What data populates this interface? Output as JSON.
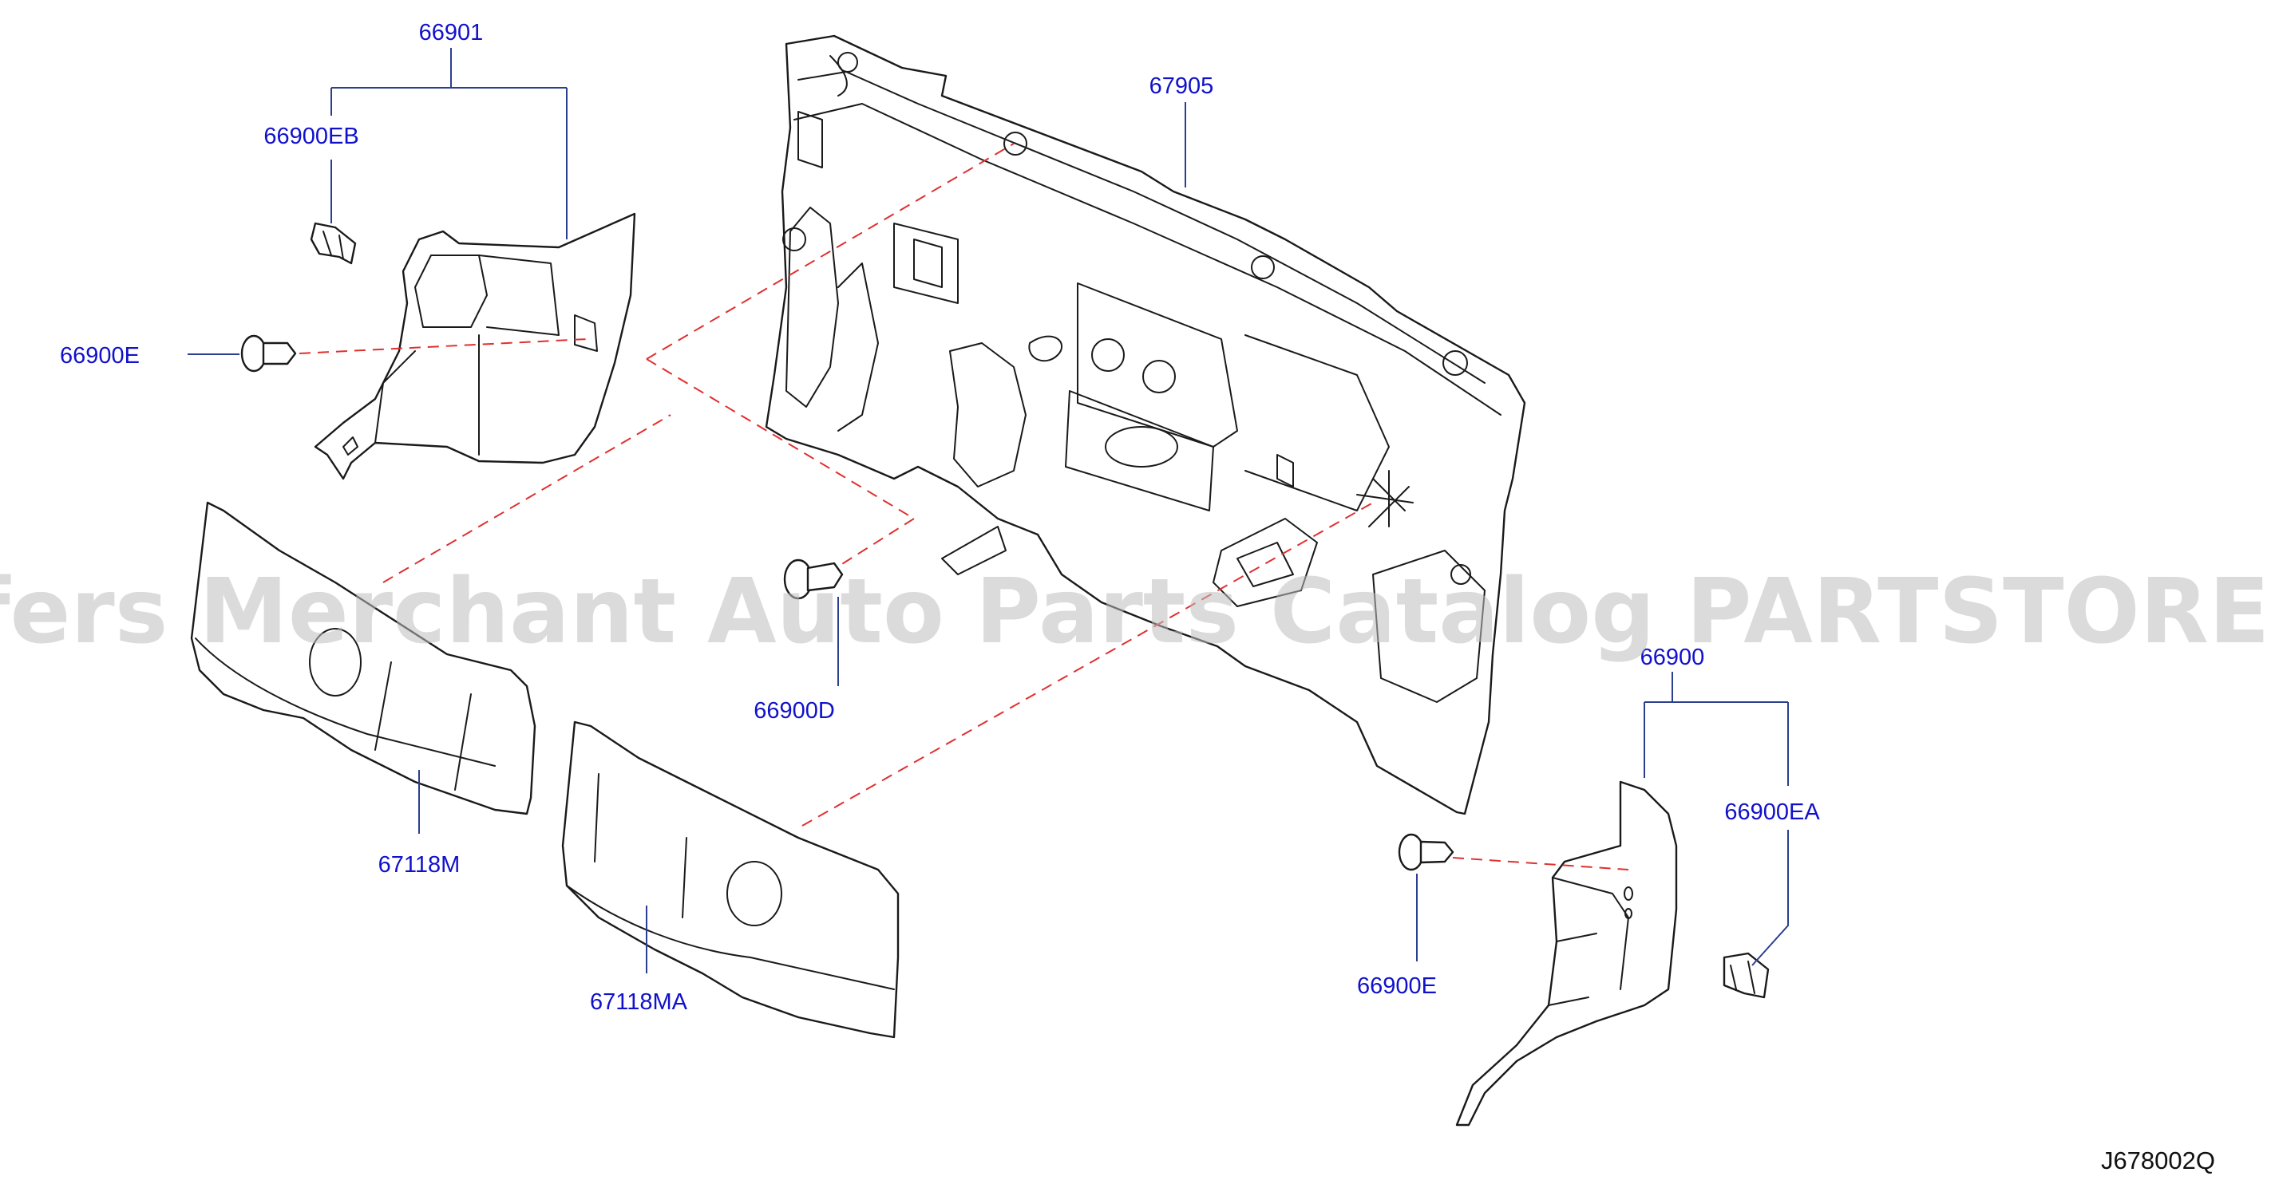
{
  "diagram": {
    "watermark": "Offers Merchant Auto Parts Catalog PARTSTORE.SA",
    "reference_code": "J678002Q",
    "colors": {
      "callout": "#1111cc",
      "leader": "#2b3f8f",
      "dashed_guide": "#e0302f",
      "outline": "#1a1a1a",
      "watermark": "#bdbdbd"
    },
    "callouts": {
      "p66901": "66901",
      "p66900EB": "66900EB",
      "p66900E_left": "66900E",
      "p67905": "67905",
      "p66900D": "66900D",
      "p67118M": "67118M",
      "p67118MA": "67118MA",
      "p66900": "66900",
      "p66900EA": "66900EA",
      "p66900E_right": "66900E"
    }
  }
}
